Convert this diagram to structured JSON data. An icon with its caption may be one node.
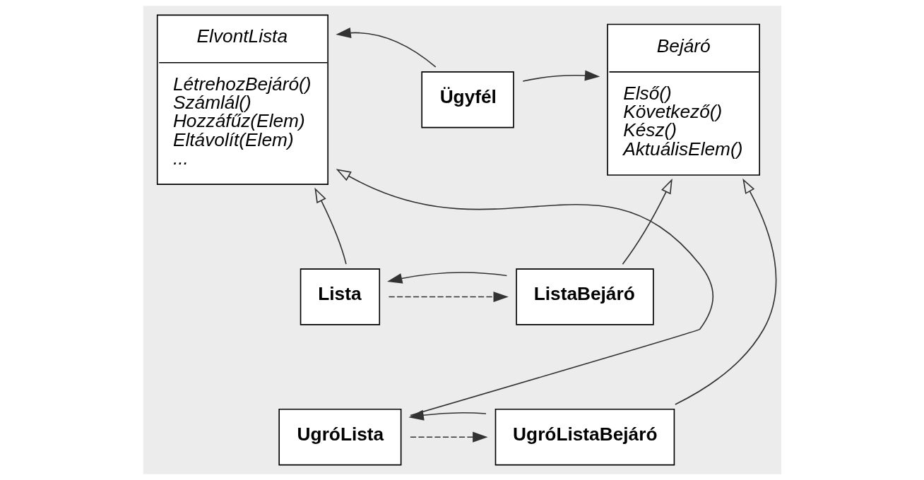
{
  "diagram": {
    "nodes": [
      {
        "text": [
          "ElvontLista",
          "LétrehozBejáró()",
          "Számlál()",
          "Hozzáfűz(Elem)",
          "Eltávolít(Elem)",
          "..."
        ]
      },
      {
        "text": [
          "Ügyfél"
        ]
      },
      {
        "text": [
          "Bejáró",
          "Első()",
          "Következő()",
          "Kész()",
          "AktuálisElem()"
        ]
      },
      {
        "text": [
          "Lista"
        ]
      },
      {
        "text": [
          "ListaBejáró"
        ]
      },
      {
        "text": [
          "UgróLista"
        ]
      },
      {
        "text": [
          "UgróListaBejáró"
        ]
      }
    ],
    "edges": [
      {
        "from": 1,
        "to": 0,
        "arrow": "to"
      },
      {
        "from": 1,
        "to": 2,
        "arrow": "to"
      },
      {
        "from": 3,
        "to": 0,
        "arrow": "to"
      },
      {
        "from": 5,
        "to": 0,
        "arrow": "to"
      },
      {
        "from": 4,
        "to": 2,
        "arrow": "to"
      },
      {
        "from": 6,
        "to": 2,
        "arrow": "to"
      },
      {
        "from": 3,
        "to": 4,
        "arrow": "to",
        "style": "dashed"
      },
      {
        "from": 4,
        "to": 3,
        "arrow": "to"
      },
      {
        "from": 5,
        "to": 6,
        "arrow": "to",
        "style": "dashed"
      },
      {
        "from": 6,
        "to": 5,
        "arrow": "to"
      }
    ]
  }
}
